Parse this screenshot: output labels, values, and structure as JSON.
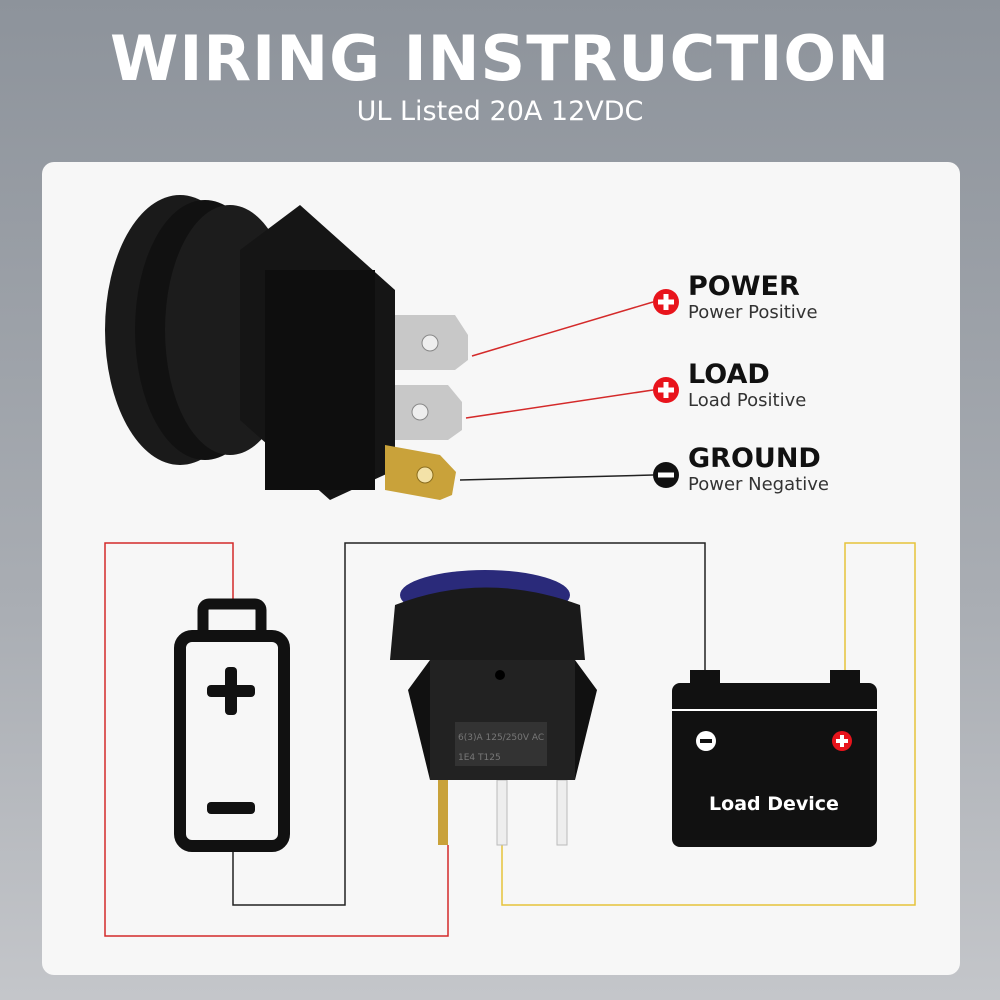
{
  "header": {
    "title": "WIRING INSTRUCTION",
    "subtitle": "UL Listed 20A 12VDC"
  },
  "terminals": [
    {
      "name": "POWER",
      "desc": "Power Positive",
      "sign": "+",
      "color": "#e8141c"
    },
    {
      "name": "LOAD",
      "desc": "Load Positive",
      "sign": "+",
      "color": "#e8141c"
    },
    {
      "name": "GROUND",
      "desc": "Power Negative",
      "sign": "-",
      "color": "#111111"
    }
  ],
  "switch_label": {
    "line1": "6(3)A 125/250V AC",
    "line2": "1E4 T125"
  },
  "load_device": {
    "label": "Load Device"
  },
  "wire_colors": {
    "power": "#d42a2a",
    "ground": "#222222",
    "load": "#e6c43a"
  }
}
